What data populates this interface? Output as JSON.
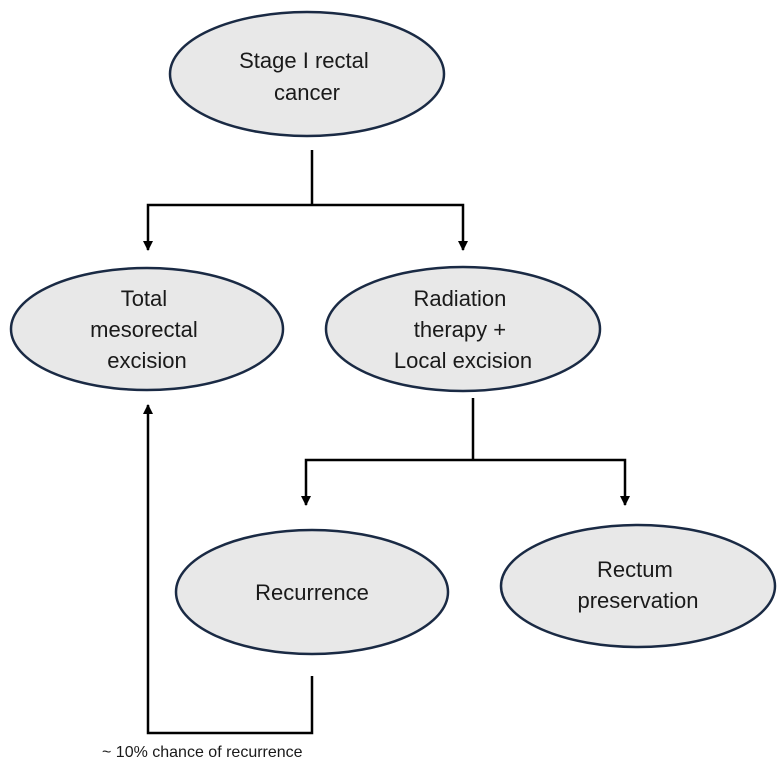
{
  "nodes": {
    "stage_i": {
      "lines": [
        "Stage I rectal",
        "cancer"
      ]
    },
    "tme": {
      "lines": [
        "Total",
        "mesorectal",
        "excision"
      ]
    },
    "radiation": {
      "lines": [
        "Radiation",
        "therapy +",
        "Local excision"
      ]
    },
    "recurrence": {
      "lines": [
        "Recurrence"
      ]
    },
    "preservation": {
      "lines": [
        "Rectum",
        "preservation"
      ]
    }
  },
  "note": "~ 10% chance of recurrence"
}
